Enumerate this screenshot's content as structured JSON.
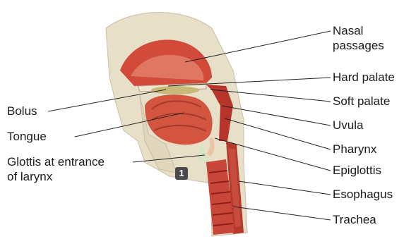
{
  "labels": {
    "nasal_passages": "Nasal passages",
    "nasal_passages_line1": "Nasal",
    "nasal_passages_line2": "passages",
    "hard_palate": "Hard palate",
    "soft_palate": "Soft palate",
    "uvula": "Uvula",
    "pharynx": "Pharynx",
    "epiglottis": "Epiglottis",
    "esophagus": "Esophagus",
    "trachea": "Trachea",
    "bolus": "Bolus",
    "tongue": "Tongue",
    "glottis_line1": "Glottis at entrance",
    "glottis_line2": "of larynx"
  },
  "step_badge": "1",
  "colors": {
    "skin": "#e8dfc8",
    "tissue_red": "#c0392b",
    "tissue_dark": "#8e1f16",
    "tissue_pink": "#e07a6a",
    "bolus": "#c8b97a",
    "leader_line": "#222222"
  }
}
